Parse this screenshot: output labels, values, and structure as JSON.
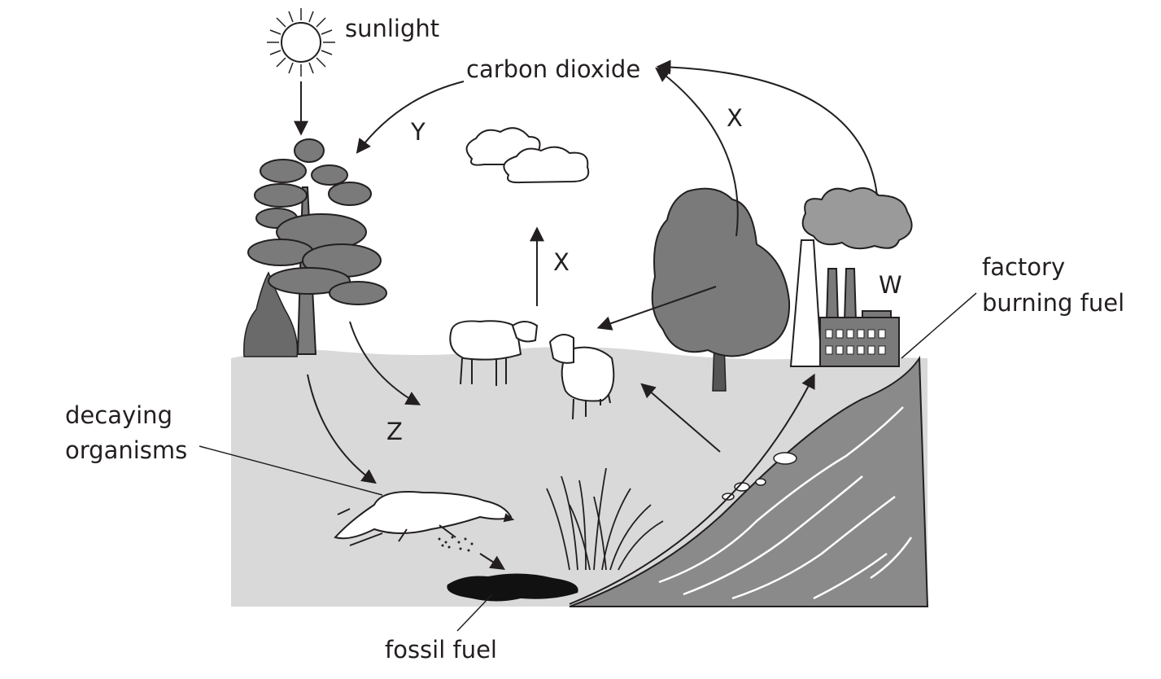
{
  "title": "Carbon cycle diagram",
  "labels": {
    "sunlight": "sunlight",
    "carbon_dioxide": "carbon dioxide",
    "x_top": "X",
    "x_middle": "X",
    "y": "Y",
    "z": "Z",
    "w": "W",
    "factory_line1": "factory",
    "factory_line2": "burning fuel",
    "decaying_line1": "decaying",
    "decaying_line2": "organisms",
    "fossil_fuel": "fossil fuel"
  },
  "colors": {
    "ground": "#d9d9d9",
    "hill": "#8a8a8a",
    "tree": "#7a7a7a",
    "ink": "#231f20"
  }
}
